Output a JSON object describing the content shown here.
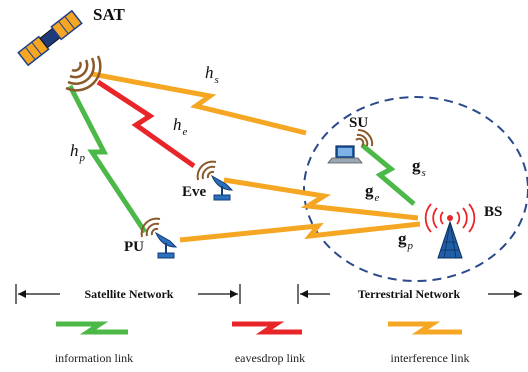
{
  "nodes": {
    "sat": "SAT",
    "su": "SU",
    "eve": "Eve",
    "bs": "BS",
    "pu": "PU"
  },
  "links": {
    "hs": {
      "base": "h",
      "sub": "s"
    },
    "he": {
      "base": "h",
      "sub": "e"
    },
    "hp": {
      "base": "h",
      "sub": "p"
    },
    "gs": {
      "base": "g",
      "sub": "s"
    },
    "ge": {
      "base": "g",
      "sub": "e"
    },
    "gp": {
      "base": "g",
      "sub": "p"
    }
  },
  "networks": {
    "satellite": "Satellite Network",
    "terrestrial": "Terrestrial Network"
  },
  "legend": {
    "information": "information link",
    "eavesdrop": "eavesdrop link",
    "interference": "interference link"
  },
  "colors": {
    "information": "#4cb848",
    "eavesdrop": "#e8262a",
    "interference": "#f5a623",
    "terrestrial_boundary": "#2a4a8c"
  }
}
